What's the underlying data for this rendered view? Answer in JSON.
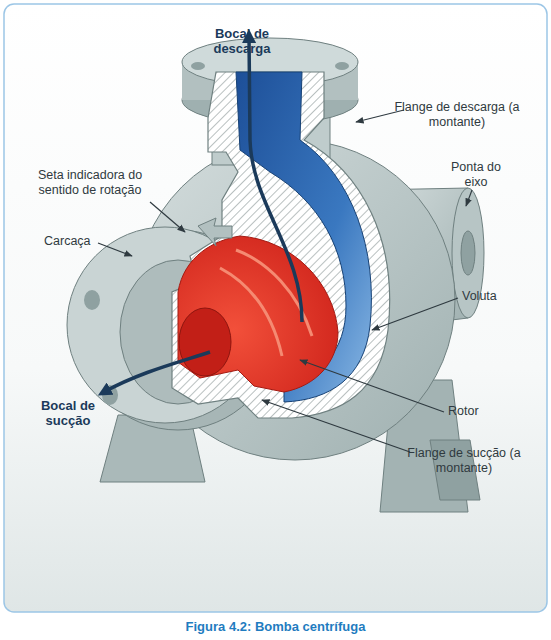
{
  "diagram": {
    "caption": "Figura 4.2: Bomba centrífuga",
    "labels": [
      "Bocal de descarga",
      "Flange de descarga (a montante)",
      "Ponta do eixo",
      "Seta indicadora do sentido de rotação",
      "Carcaça",
      "Voluta",
      "Bocal de sucção",
      "Rotor",
      "Flange de sucção (a montante)"
    ]
  }
}
